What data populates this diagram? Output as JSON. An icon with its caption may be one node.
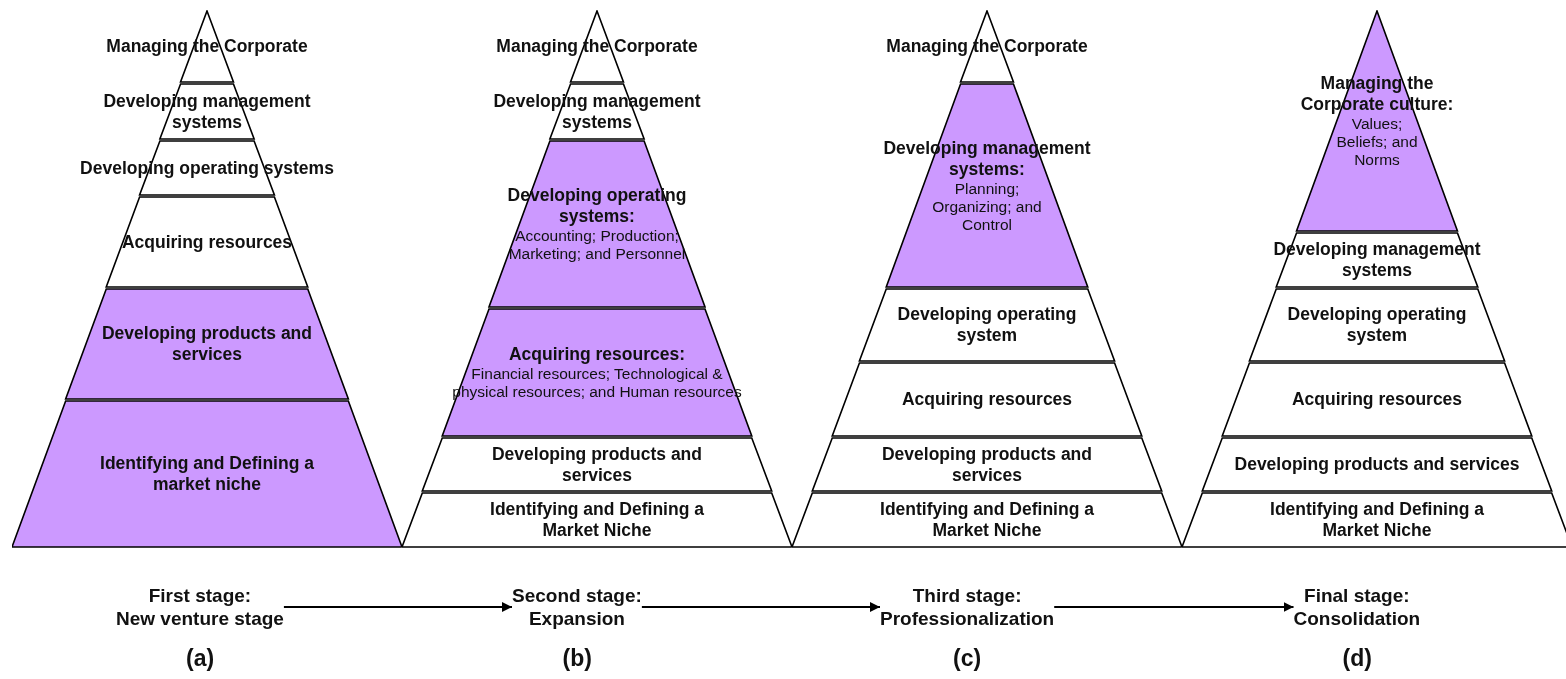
{
  "diagram": {
    "nodes": [
      {
        "text": [
          "Managing the Corporate"
        ]
      },
      {
        "text": [
          "Developing management systems"
        ]
      },
      {
        "text": [
          "Developing operating systems"
        ]
      },
      {
        "text": [
          "Acquiring resources"
        ]
      },
      {
        "text": [
          "Developing products and services"
        ]
      },
      {
        "text": [
          "Identifying and Defining a market niche"
        ]
      },
      {
        "text": [
          "Managing the Corporate"
        ]
      },
      {
        "text": [
          "Developing management systems"
        ]
      },
      {
        "text": [
          "Developing operating systems:",
          "Accounting; Production; Marketing; and Personnel"
        ]
      },
      {
        "text": [
          "Acquiring resources:",
          "Financial resources; Technological & physical resources; and Human resources"
        ]
      },
      {
        "text": [
          "Developing products and services"
        ]
      },
      {
        "text": [
          "Identifying and Defining a Market Niche"
        ]
      },
      {
        "text": [
          "Managing the Corporate"
        ]
      },
      {
        "text": [
          "Developing management systems:",
          "Planning; Organizing; and Control"
        ]
      },
      {
        "text": [
          "Developing operating system"
        ]
      },
      {
        "text": [
          "Acquiring resources"
        ]
      },
      {
        "text": [
          "Developing products and services"
        ]
      },
      {
        "text": [
          "Identifying and Defining a Market Niche"
        ]
      },
      {
        "text": [
          "Managing the Corporate culture:",
          "Values; Beliefs; and Norms"
        ]
      },
      {
        "text": [
          "Developing management systems"
        ]
      },
      {
        "text": [
          "Developing operating system"
        ]
      },
      {
        "text": [
          "Acquiring resources"
        ]
      },
      {
        "text": [
          "Developing products and services"
        ]
      },
      {
        "text": [
          "Identifying and Defining a Market Niche"
        ]
      },
      {
        "text": [
          "First stage:",
          "New venture stage"
        ],
        "beside": [
          "(a)"
        ]
      },
      {
        "text": [
          "Second stage:",
          "Expansion"
        ],
        "beside": [
          "(b)"
        ]
      },
      {
        "text": [
          "Third stage:",
          "Professionalization"
        ],
        "beside": [
          "(c)"
        ]
      },
      {
        "text": [
          "Final stage:",
          "Consolidation"
        ],
        "beside": [
          "(d)"
        ]
      }
    ],
    "edges": [
      {
        "from": 24,
        "to": 25,
        "arrow": "to"
      },
      {
        "from": 25,
        "to": 26,
        "arrow": "to"
      },
      {
        "from": 26,
        "to": 27,
        "arrow": "to"
      }
    ]
  }
}
